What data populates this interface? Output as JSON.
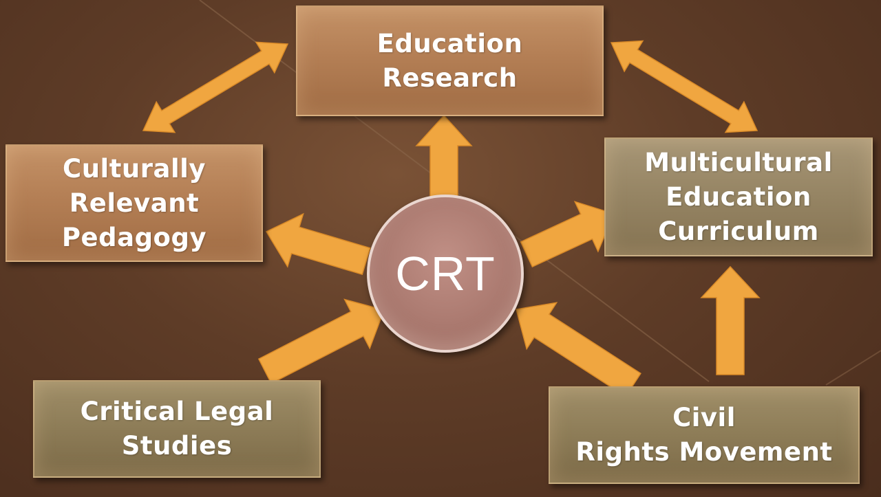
{
  "center": {
    "label": "CRT"
  },
  "nodes": {
    "education_research": "Education\nResearch",
    "culturally_relevant_pedagogy": "Culturally\nRelevant\nPedagogy",
    "multicultural_education_curriculum": "Multicultural\nEducation\nCurriculum",
    "critical_legal_studies": "Critical Legal\nStudies",
    "civil_rights_movement": "Civil\nRights Movement"
  },
  "colors": {
    "arrow": "#f0a640",
    "background": "#5e3c27",
    "warm_box": "#b47f55",
    "olive_box": "#958463",
    "circle": "#ab7a70"
  }
}
